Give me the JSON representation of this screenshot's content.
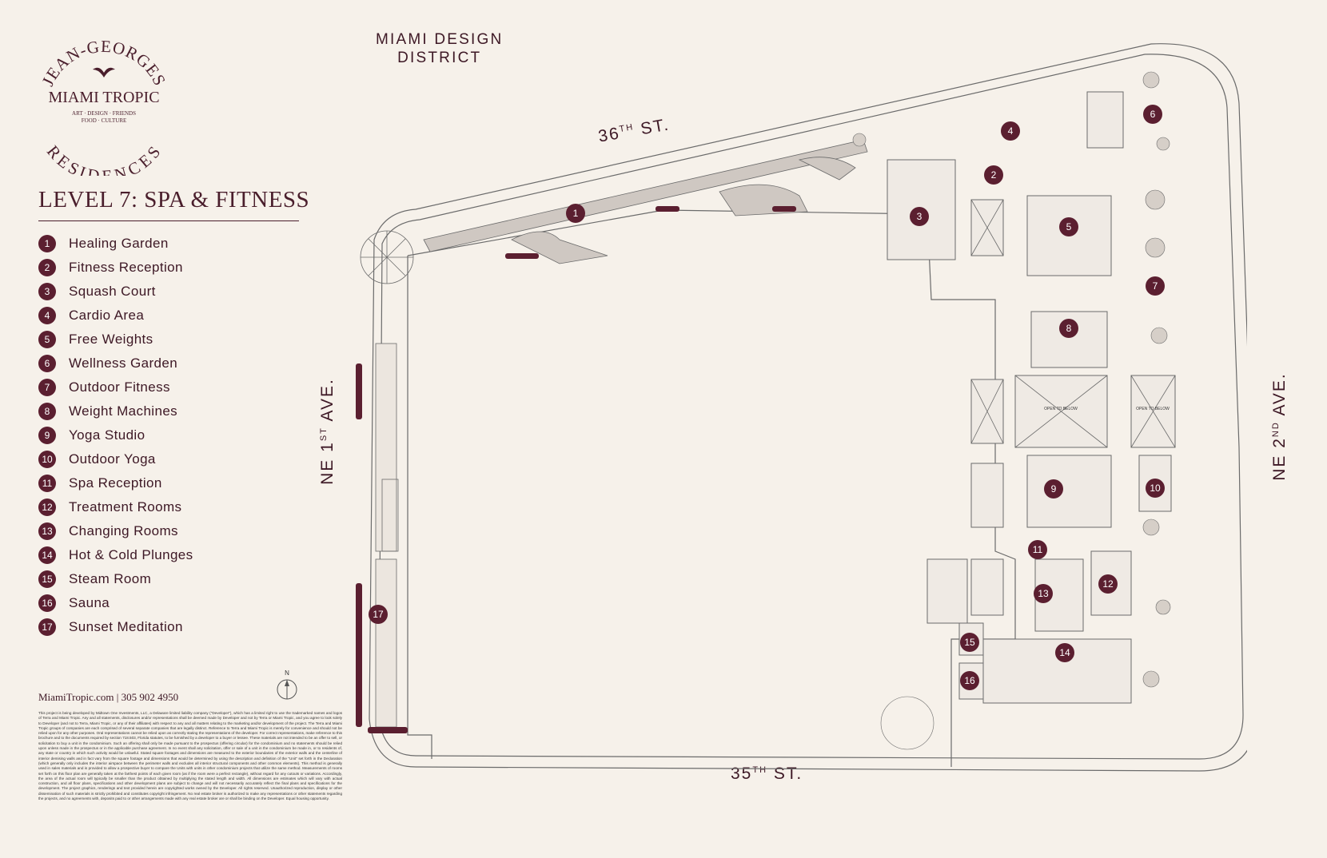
{
  "branding": {
    "arc_top": "JEAN-GEORGES",
    "name": "MIAMI TROPIC",
    "tag_line_1": "ART · DESIGN · FRIENDS",
    "tag_line_2": "FOOD · CULTURE",
    "arc_bottom": "RESIDENCES"
  },
  "level_title": "LEVEL 7: SPA & FITNESS",
  "legend": [
    {
      "num": "1",
      "label": "Healing Garden"
    },
    {
      "num": "2",
      "label": "Fitness Reception"
    },
    {
      "num": "3",
      "label": "Squash Court"
    },
    {
      "num": "4",
      "label": "Cardio Area"
    },
    {
      "num": "5",
      "label": "Free Weights"
    },
    {
      "num": "6",
      "label": "Wellness Garden"
    },
    {
      "num": "7",
      "label": "Outdoor Fitness"
    },
    {
      "num": "8",
      "label": "Weight Machines"
    },
    {
      "num": "9",
      "label": "Yoga Studio"
    },
    {
      "num": "10",
      "label": "Outdoor Yoga"
    },
    {
      "num": "11",
      "label": "Spa Reception"
    },
    {
      "num": "12",
      "label": "Treatment Rooms"
    },
    {
      "num": "13",
      "label": "Changing Rooms"
    },
    {
      "num": "14",
      "label": "Hot & Cold Plunges"
    },
    {
      "num": "15",
      "label": "Steam Room"
    },
    {
      "num": "16",
      "label": "Sauna"
    },
    {
      "num": "17",
      "label": "Sunset Meditation"
    }
  ],
  "contact": "MiamiTropic.com  |  305 902 4950",
  "compass_label": "N",
  "disclaimer": "This project is being developed by Midtown One Investments, LLC, a Delaware limited liability company (\"Developer\"), which has a limited right to use the trademarked names and logos of Terra and Miami Tropic. Any and all statements, disclosures and/or representations shall be deemed made by Developer and not by Terra or Miami Tropic, and you agree to look solely to Developer (and not to Terra, Miami Tropic, or any of their affiliates) with respect to any and all matters relating to the marketing and/or development of the project. The Terra and Miami Tropic groups of companies are each comprised of several separate companies that are legally distinct. Reference to Terra and Miami Tropic is merely for convenience and should not be relied upon for any other purposes. Oral representations cannot be relied upon as correctly stating the representations of the developer. For correct representations, make reference to this brochure and to the documents required by section 718.503, Florida statutes, to be furnished by a developer to a buyer or lessee. These materials are not intended to be an offer to sell, or solicitation to buy a unit in the condominium. Such an offering shall only be made pursuant to the prospectus (offering circular) for the condominium and no statements should be relied upon unless made in the prospectus or in the applicable purchase agreement. In no event shall any solicitation, offer or sale of a unit in the condominium be made in, or to residents of, any state or country in which such activity would be unlawful. Stated square footages and dimensions are measured to the exterior boundaries of the exterior walls and the centerline of interior demising walls and in fact vary from the square footage and dimensions that would be determined by using the description and definition of the \"Unit\" set forth in the Declaration (which generally only includes the interior airspace between the perimeter walls and excludes all interior structural components and other common elements). This method is generally used in sales materials and is provided to allow a prospective buyer to compare the Units with units in other condominium projects that utilize the same method. Measurements of rooms set forth on this floor plan are generally taken at the farthest points of each given room (as if the room were a perfect rectangle), without regard for any cutouts or variations. Accordingly, the area of the actual room will typically be smaller than the product obtained by multiplying the stated length and width. All dimensions are estimates which will vary with actual construction, and all floor plans, specifications and other development plans are subject to change and will not necessarily accurately reflect the final plans and specifications for the development. The project graphics, renderings and text provided herein are copyrighted works owned by the Developer. All rights reserved. Unauthorized reproduction, display or other dissemination of such materials is strictly prohibited and constitutes copyright infringement. No real estate broker is authorized to make any representations or other statements regarding the projects, and no agreements with, deposits paid to or other arrangements made with any real estate broker are or shall be binding on the Developer. Equal housing opportunity.",
  "map": {
    "district_line_1": "MIAMI DESIGN",
    "district_line_2": "DISTRICT",
    "street_north": "36",
    "street_north_sup": "TH",
    "street_north_suffix": " ST.",
    "street_south": "35",
    "street_south_sup": "TH",
    "street_south_suffix": " ST.",
    "street_west": "NE 1",
    "street_west_sup": "ST",
    "street_west_suffix": " AVE.",
    "street_east": "NE 2",
    "street_east_sup": "ND",
    "street_east_suffix": " AVE.",
    "open_to_below": "OPEN TO BELOW",
    "markers": [
      "1",
      "2",
      "3",
      "4",
      "5",
      "6",
      "7",
      "8",
      "9",
      "10",
      "11",
      "12",
      "13",
      "14",
      "15",
      "16",
      "17"
    ]
  },
  "colors": {
    "background": "#f6f1ea",
    "accent": "#5b1f30",
    "line": "#6b6b6b"
  }
}
